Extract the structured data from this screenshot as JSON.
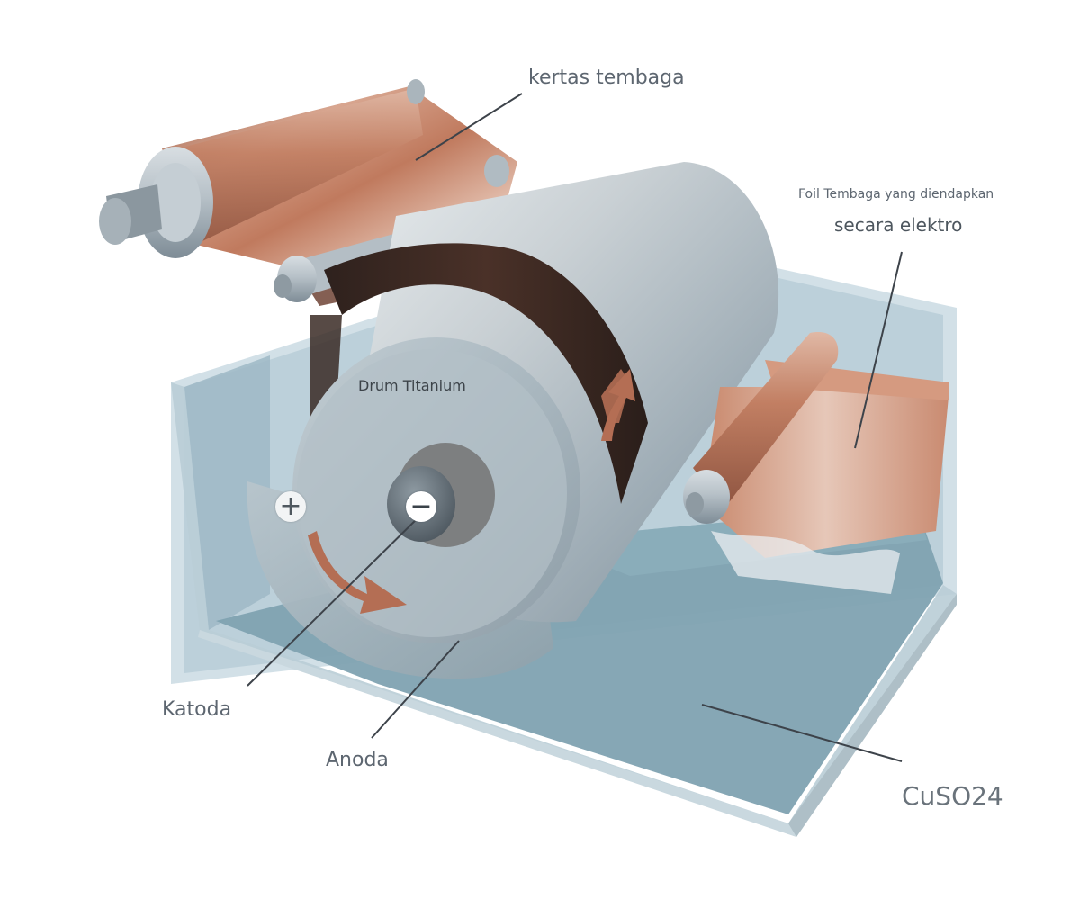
{
  "labels": {
    "copper_paper": "kertas tembaga",
    "foil_line1": "Foil Tembaga yang diendapkan",
    "foil_line2": "secara elektro",
    "drum": "Drum Titanium",
    "cathode": "Katoda",
    "anode": "Anoda",
    "electrolyte": "CuSO24"
  },
  "signs": {
    "plus": "+",
    "minus": "−"
  },
  "colors": {
    "copper": "#c07a5e",
    "arrow": "#b46e54",
    "tank_glass": "#c3d6df",
    "electrolyte": "#7fa2b1",
    "steel": "#a9b4bc",
    "label_text": "#5d6670",
    "leader_line": "#3d434a"
  }
}
